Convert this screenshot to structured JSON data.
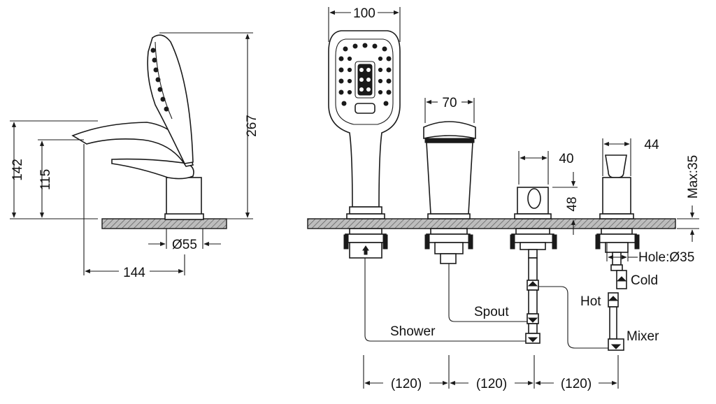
{
  "side_view": {
    "dim_total_height": "267",
    "dim_spout_height": "142",
    "dim_outlet_height": "115",
    "dim_base_diameter": "Ø55",
    "dim_spout_reach": "144"
  },
  "front_view": {
    "dim_handshower_width": "100",
    "dim_spout_width": "70",
    "dim_valve_width": "40",
    "dim_valve_height": "48",
    "dim_lever_width": "44",
    "dim_deck_thickness": "Max:35",
    "hole_diameter": "Hole:Ø35"
  },
  "connections": {
    "cold": "Cold",
    "hot": "Hot",
    "mixer": "Mixer",
    "spout": "Spout",
    "shower": "Shower"
  },
  "spacing": [
    "(120)",
    "(120)",
    "(120)"
  ],
  "colors": {
    "line": "#1a1a1a",
    "background": "#ffffff"
  }
}
